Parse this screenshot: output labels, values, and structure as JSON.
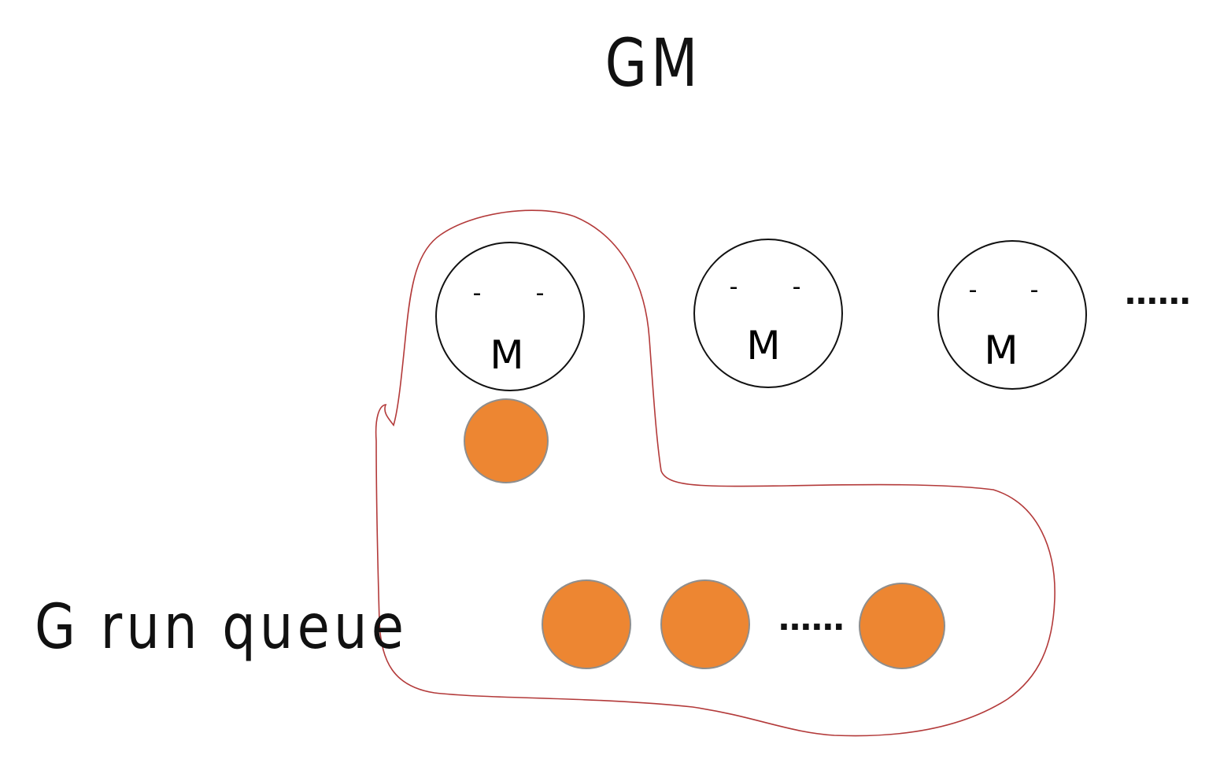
{
  "title": "GM",
  "machines": [
    {
      "label": "M",
      "eye_left": "-",
      "eye_right": "-"
    },
    {
      "label": "M",
      "eye_left": "-",
      "eye_right": "-"
    },
    {
      "label": "M",
      "eye_left": "-",
      "eye_right": "-"
    }
  ],
  "machines_more": "......",
  "queue_label": "G run queue",
  "queue_more": "......",
  "colors": {
    "goroutine_fill": "#ED8632",
    "goroutine_stroke": "#8E8E8E",
    "outline": "#B33A3A",
    "ink": "#111111"
  }
}
